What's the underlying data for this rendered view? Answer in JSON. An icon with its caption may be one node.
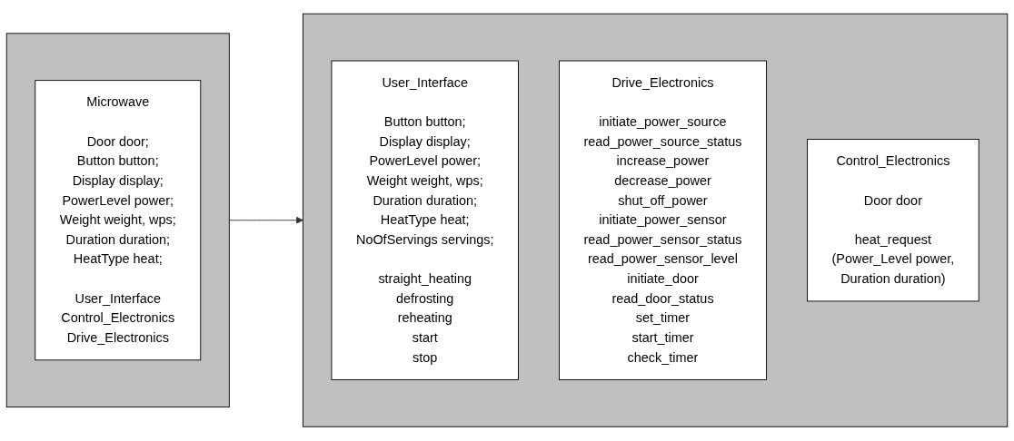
{
  "diagram": {
    "nodes": [
      {
        "text": [],
        "shape": "box"
      },
      {
        "text": [
          "Microwave",
          "Door door; Button button; Display display; PowerLevel power; Weight weight, wps; Duration duration; HeatType heat;",
          "User_Interface Control_Electronics Drive_Electronics"
        ],
        "in": 0
      },
      {
        "text": [],
        "shape": "box"
      },
      {
        "text": [
          "User_Interface",
          "Button button; Display display; PowerLevel power; Weight weight, wps; Duration duration; HeatType heat; NoOfServings servings;",
          "straight_heating defrosting reheating start stop"
        ],
        "in": 2
      },
      {
        "text": [
          "Drive_Electronics",
          "initiate_power_source read_power_source_status increase_power decrease_power shut_off_power initiate_power_sensor read_power_sensor_status read_power_sensor_level initiate_door read_door_status set_timer start_timer check_timer"
        ],
        "in": 2
      },
      {
        "text": [
          "Control_Electronics",
          "Door door",
          "heat_request (Power_Level power, Duration duration)"
        ],
        "in": 2
      }
    ],
    "edges": [
      {
        "from": 0,
        "to": 2,
        "arrow": "to"
      }
    ]
  }
}
